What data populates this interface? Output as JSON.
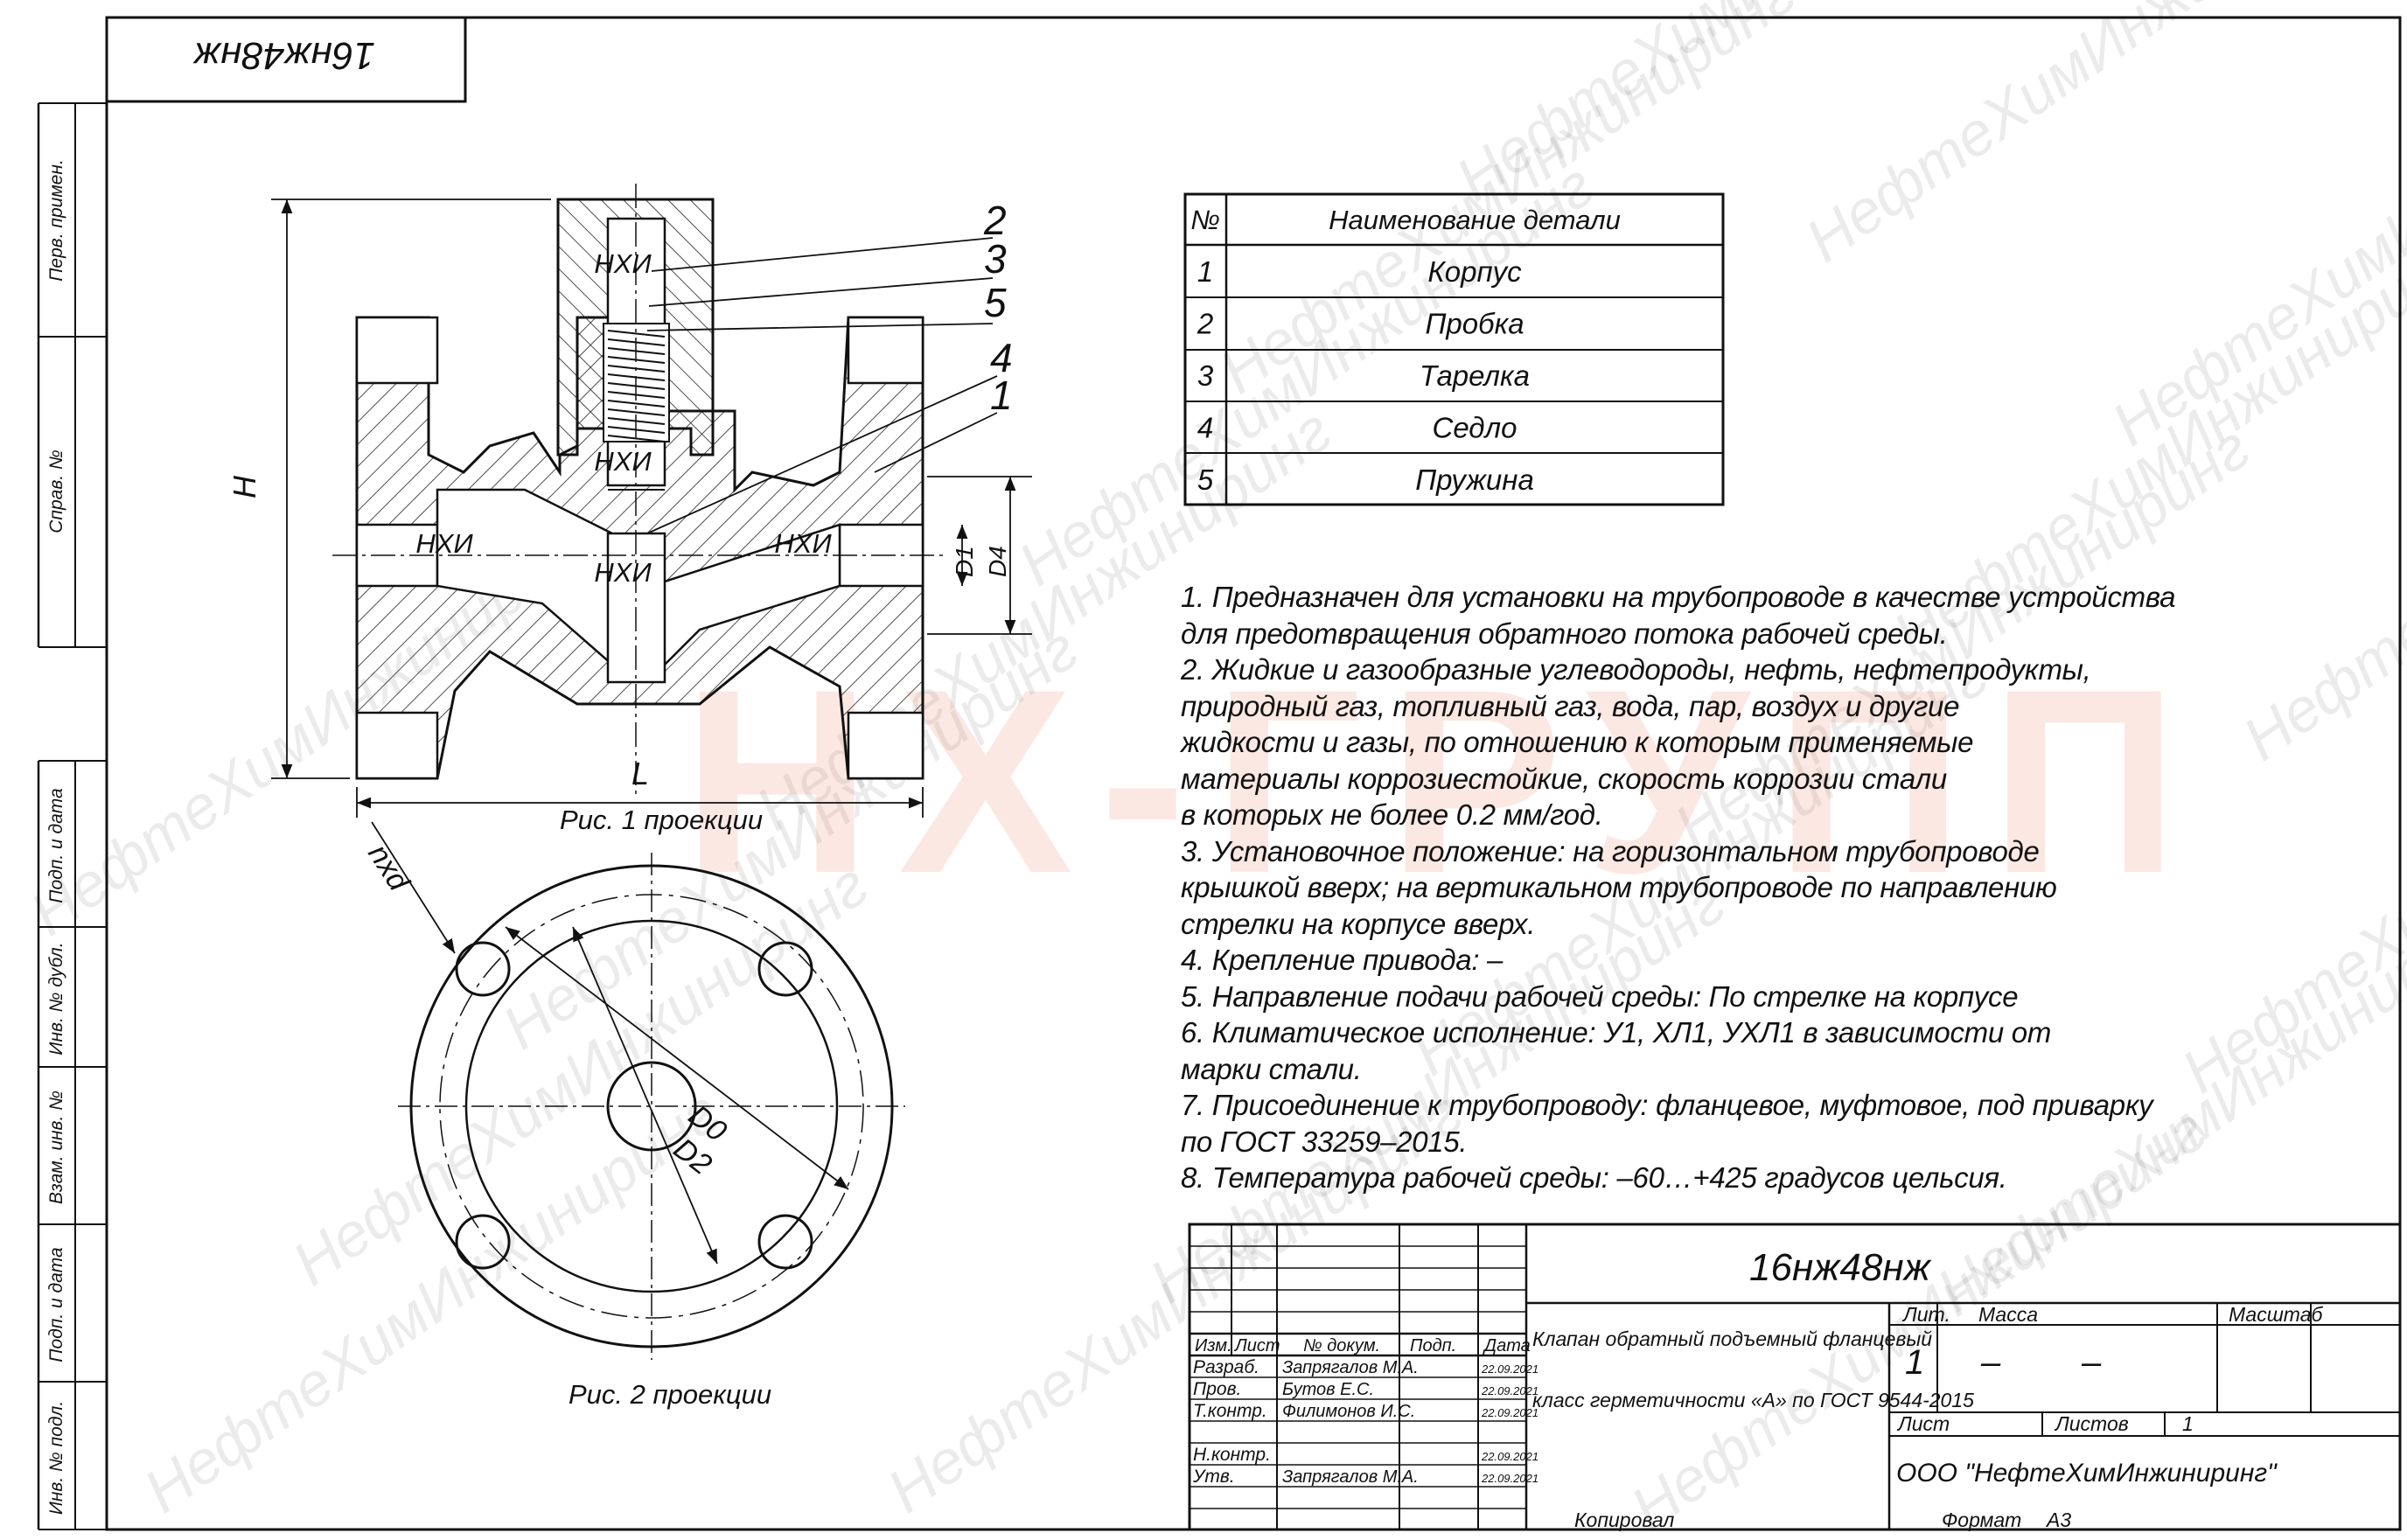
{
  "watermark": {
    "company": "НефтеХимИнжиниринг",
    "brand": "НХ-ГРУПП"
  },
  "stamp_corner": "16нж48нж",
  "side_labels": {
    "perv_primen": "Перв. примен.",
    "sprav_no": "Справ. №",
    "podp_data_1": "Подп. и дата",
    "inv_dubl": "Инв. № дубл.",
    "vzam_inv": "Взам. инв. №",
    "podp_data_2": "Подп. и дата",
    "inv_podl": "Инв. № подл."
  },
  "figure1": {
    "caption": "Рис. 1 проекции",
    "callouts": [
      "2",
      "3",
      "5",
      "4",
      "1"
    ],
    "material_labels": [
      "НХИ",
      "НХИ",
      "НХИ",
      "НХИ",
      "НХИ"
    ],
    "dims": {
      "height": "H",
      "length": "L",
      "d1": "D1",
      "d4": "D4"
    }
  },
  "figure2": {
    "caption": "Рис. 2 проекции",
    "dims": {
      "bolt": "nxd",
      "d0": "D0",
      "d2": "D2"
    }
  },
  "parts_table": {
    "headers": [
      "№",
      "Наименование детали"
    ],
    "rows": [
      [
        "1",
        "Корпус"
      ],
      [
        "2",
        "Пробка"
      ],
      [
        "3",
        "Тарелка"
      ],
      [
        "4",
        "Седло"
      ],
      [
        "5",
        "Пружина"
      ]
    ]
  },
  "notes": [
    "1. Предназначен для установки на трубопроводе в качестве устройства",
    "для предотвращения обратного потока рабочей среды.",
    "2. Жидкие и газообразные углеводороды, нефть, нефтепродукты,",
    "природный газ, топливный газ, вода, пар, воздух и другие",
    "жидкости и газы, по отношению к которым применяемые",
    "материалы коррозиестойкие, скорость коррозии стали",
    "в которых не более 0.2 мм/год.",
    "3. Установочное положение: на горизонтальном трубопроводе",
    "крышкой вверх; на вертикальном трубопроводе по направлению",
    "стрелки на корпусе вверх.",
    "4. Крепление привода: –",
    "5. Направление подачи рабочей среды: По стрелке на корпусе",
    "6. Климатическое исполнение: У1, ХЛ1, УХЛ1 в зависимости от",
    "марки стали.",
    "7. Присоединение к трубопроводу: фланцевое, муфтовое, под приварку",
    "по ГОСТ 33259–2015.",
    "8. Температура рабочей среды: –60…+425 градусов цельсия."
  ],
  "title_block": {
    "designation": "16нж48нж",
    "col_headers": [
      "Изм.",
      "Лист",
      "№ докум.",
      "Подп.",
      "Дата"
    ],
    "roles": [
      {
        "role": "Разраб.",
        "name": "Запрягалов М.А.",
        "date": "22.09.2021"
      },
      {
        "role": "Пров.",
        "name": "Бутов Е.С.",
        "date": "22.09.2021"
      },
      {
        "role": "Т.контр.",
        "name": "Филимонов И.С.",
        "date": "22.09.2021"
      },
      {
        "role": "",
        "name": "",
        "date": ""
      },
      {
        "role": "Н.контр.",
        "name": "",
        "date": "22.09.2021"
      },
      {
        "role": "Утв.",
        "name": "Запрягалов М.А.",
        "date": "22.09.2021"
      }
    ],
    "product_name_line1": "Клапан обратный подъемный фланцевый",
    "product_name_line2": "класс герметичности «А» по ГОСТ 9544-2015",
    "lit_label": "Лит.",
    "mass_label": "Масса",
    "scale_label": "Масштаб",
    "lit_value": "1",
    "mass_value": "–",
    "scale_value": "–",
    "sheet_label": "Лист",
    "sheets_label": "Листов",
    "sheets_value": "1",
    "company": "ООО \"НефтеХимИнжиниринг\"",
    "copied": "Копировал",
    "format_label": "Формат",
    "format_value": "А3"
  }
}
